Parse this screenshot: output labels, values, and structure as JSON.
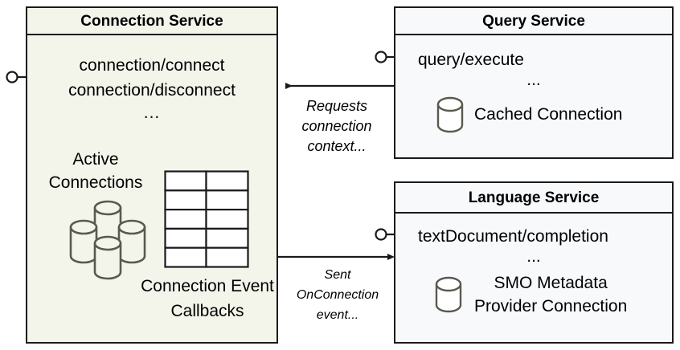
{
  "diagram": {
    "type": "uml-component-diagram",
    "background_color": "#ffffff",
    "components": [
      {
        "id": "connection-service",
        "title": "Connection Service",
        "fill_color": "#f3f5eb",
        "border_color": "#1a1a1a",
        "operations": [
          "connection/connect",
          "connection/disconnect"
        ],
        "ellipsis": "...",
        "artifacts": [
          {
            "name": "Active Connections",
            "icon": "database-cluster-icon",
            "cylinder_count": 4
          },
          {
            "name": "Connection Event Callbacks",
            "icon": "table-grid-icon",
            "rows": 5,
            "cols": 2
          }
        ],
        "provided_interface": {
          "icon": "lollipop-interface-icon",
          "side": "left"
        }
      },
      {
        "id": "query-service",
        "title": "Query Service",
        "fill_color": "#f8f9fb",
        "border_color": "#1a1a1a",
        "operations": [
          "query/execute"
        ],
        "ellipsis": "...",
        "artifacts": [
          {
            "name": "Cached Connection",
            "icon": "database-cylinder-icon"
          }
        ],
        "provided_interface": {
          "icon": "lollipop-interface-icon",
          "side": "left"
        }
      },
      {
        "id": "language-service",
        "title": "Language Service",
        "fill_color": "#f8f9fb",
        "border_color": "#1a1a1a",
        "operations": [
          "textDocument/completion"
        ],
        "ellipsis": "...",
        "artifacts": [
          {
            "name_line1": "SMO Metadata",
            "name_line2": "Provider Connection",
            "icon": "database-cylinder-icon"
          }
        ],
        "provided_interface": {
          "icon": "lollipop-interface-icon",
          "side": "left"
        }
      }
    ],
    "edges": [
      {
        "id": "query-to-connection",
        "from": "query-service",
        "to": "connection-service",
        "direction": "right-to-left",
        "label_line1": "Requests",
        "label_line2": "connection",
        "label_line3": "context...",
        "style": "italic"
      },
      {
        "id": "connection-to-language",
        "from": "connection-service",
        "to": "language-service",
        "direction": "left-to-right",
        "label_line1": "Sent",
        "label_line2": "OnConnection",
        "label_line3": "event...",
        "style": "italic"
      }
    ]
  }
}
